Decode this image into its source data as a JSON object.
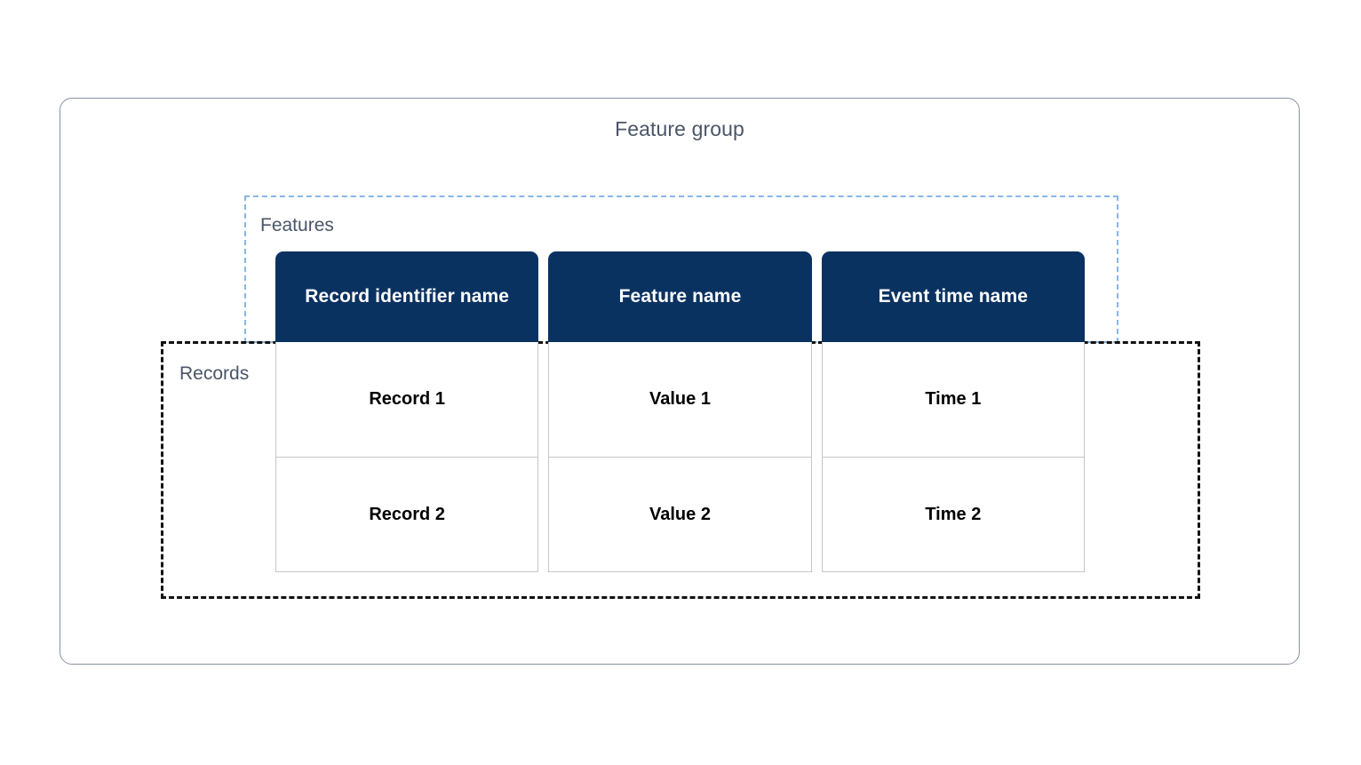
{
  "diagram": {
    "title": "Feature group",
    "regions": {
      "features": {
        "label": "Features",
        "border_color": "#89b6e5",
        "border_style": "dashed"
      },
      "records": {
        "label": "Records",
        "border_color": "#111111",
        "border_style": "dashed"
      }
    },
    "colors": {
      "header_fill": "#0a3261",
      "header_text": "#ffffff",
      "outer_border": "#8592a3",
      "cell_border": "#c6c6c6",
      "label_text": "#4a5568",
      "cell_text": "#000000"
    },
    "table": {
      "headers": [
        "Record identifier name",
        "Feature name",
        "Event time name"
      ],
      "rows": [
        [
          "Record 1",
          "Value 1",
          "Time 1"
        ],
        [
          "Record 2",
          "Value 2",
          "Time 2"
        ]
      ]
    }
  }
}
